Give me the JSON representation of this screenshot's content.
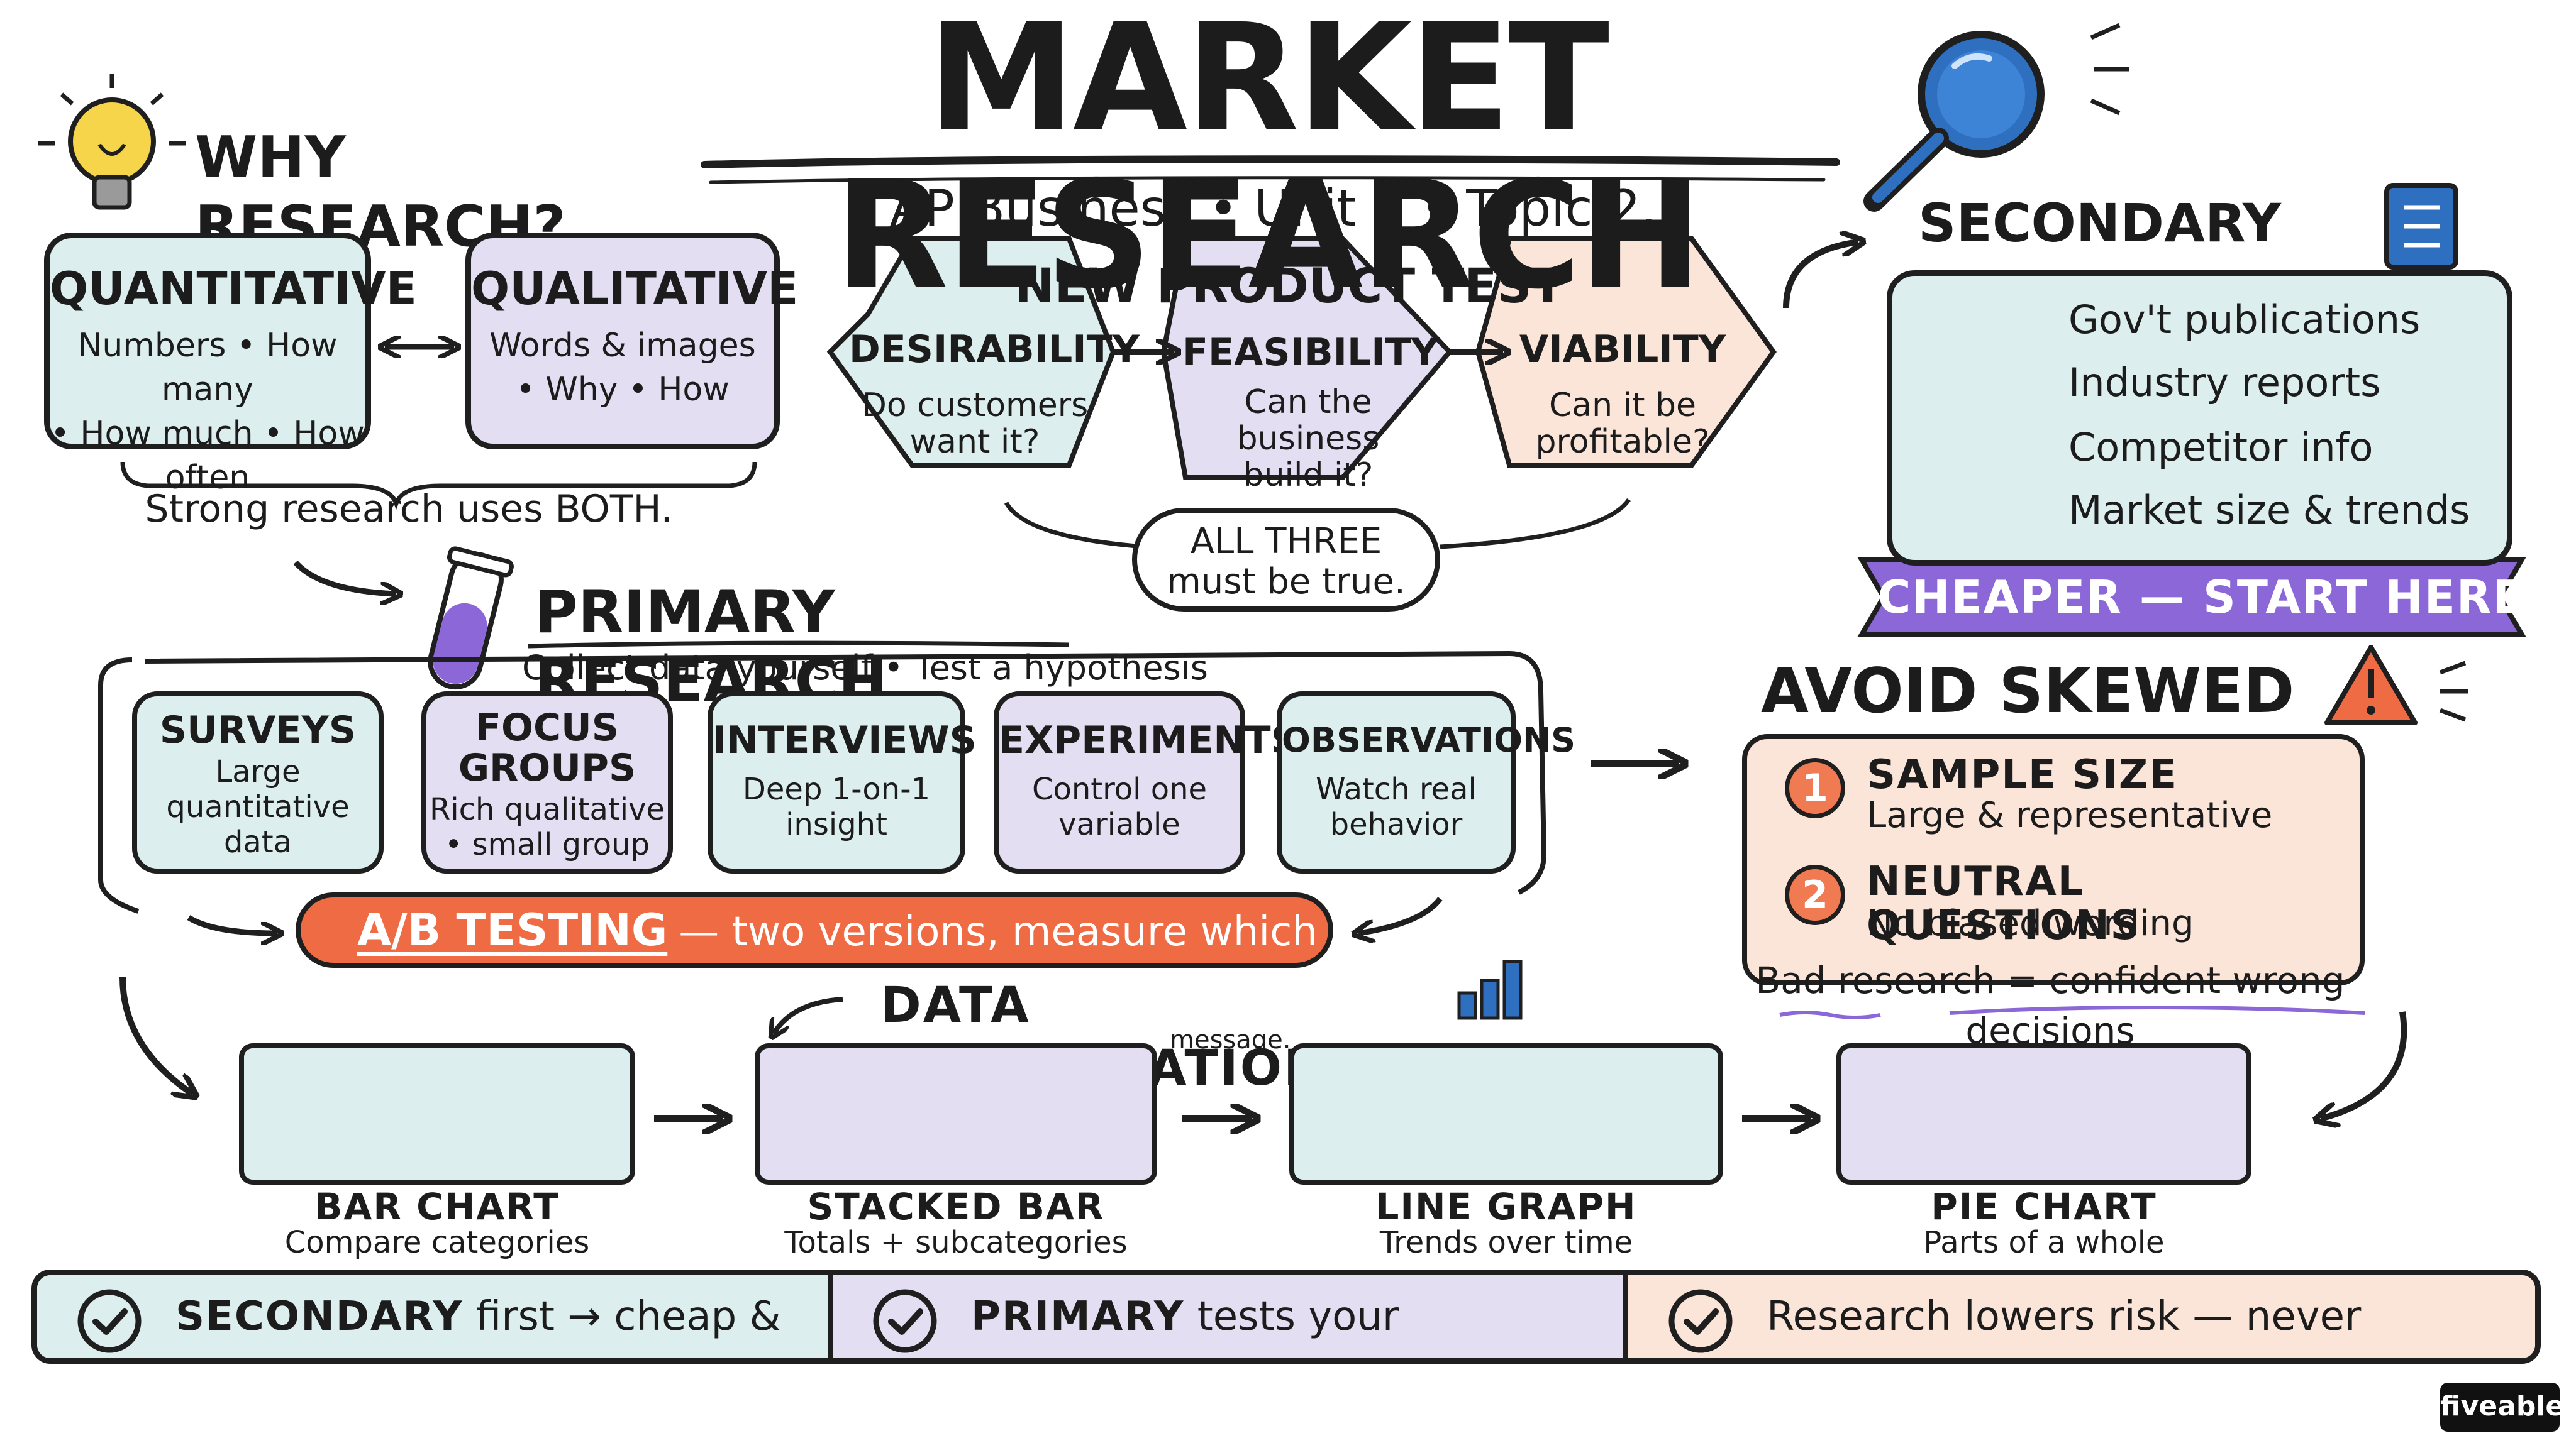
{
  "title": "MARKET RESEARCH",
  "subtitle": "AP Business • Unit 2 • Topic 2.3",
  "why_research": {
    "title": "WHY RESEARCH?",
    "quantitative": {
      "title": "QUANTITATIVE",
      "line1": "Numbers • How many",
      "line2": "• How much • How often"
    },
    "qualitative": {
      "title": "QUALITATIVE",
      "line1": "Words & images",
      "line2": "• Why • How"
    },
    "both": "Strong research uses BOTH."
  },
  "new_product_test": {
    "title": "NEW PRODUCT TEST",
    "desirability": {
      "title": "DESIRABILITY",
      "line1": "Do customers",
      "line2": "want it?"
    },
    "feasibility": {
      "title": "FEASIBILITY",
      "line1": "Can the",
      "line2": "business",
      "line3": "build it?"
    },
    "viability": {
      "title": "VIABILITY",
      "line1": "Can it be",
      "line2": "profitable?"
    },
    "all_three_line1": "ALL THREE",
    "all_three_line2": "must be true."
  },
  "secondary_research": {
    "title": "SECONDARY RESEARCH",
    "items": [
      {
        "label": "Gov't publications",
        "icon": "government-building-icon"
      },
      {
        "label": "Industry reports",
        "icon": "bar-chart-icon"
      },
      {
        "label": "Competitor info",
        "icon": "magnifier-icon"
      },
      {
        "label": "Market size & trends",
        "icon": "globe-icon"
      }
    ],
    "banner": "CHEAPER — START HERE"
  },
  "primary_research": {
    "title": "PRIMARY RESEARCH",
    "subtitle": "Collect data yourself • Test a hypothesis",
    "methods": [
      {
        "title1": "SURVEYS",
        "title2": "",
        "line1": "Large",
        "line2": "quantitative",
        "line3": "data"
      },
      {
        "title1": "FOCUS",
        "title2": "GROUPS",
        "line1": "Rich qualitative",
        "line2": "• small group",
        "line3": ""
      },
      {
        "title1": "INTERVIEWS",
        "title2": "",
        "line1": "Deep 1-on-1",
        "line2": "insight",
        "line3": ""
      },
      {
        "title1": "EXPERIMENTS",
        "title2": "",
        "line1": "Control one",
        "line2": "variable",
        "line3": ""
      },
      {
        "title1": "OBSERVATIONS",
        "title2": "",
        "line1": "Watch real",
        "line2": "behavior",
        "line3": ""
      }
    ],
    "ab_testing": {
      "label": "A/B TESTING",
      "text": "— two versions, measure which wins"
    }
  },
  "avoid_skewed": {
    "title": "AVOID SKEWED DATA",
    "items": [
      {
        "num": "1",
        "title": "SAMPLE SIZE",
        "text": "Large & representative"
      },
      {
        "num": "2",
        "title": "NEUTRAL QUESTIONS",
        "text": "No biased wording"
      }
    ],
    "bad_research": "Bad research = confident wrong decisions"
  },
  "data_visualizations": {
    "title": "DATA VISUALIZATIONS",
    "message_fragment": "message.",
    "charts": [
      {
        "title": "BAR CHART",
        "text": "Compare categories"
      },
      {
        "title": "STACKED BAR",
        "text": "Totals + subcategories"
      },
      {
        "title": "LINE GRAPH",
        "text": "Trends over time"
      },
      {
        "title": "PIE CHART",
        "text": "Parts of a whole"
      }
    ]
  },
  "bottom_bar": [
    {
      "bold": "SECONDARY",
      "text": "first → cheap & fast"
    },
    {
      "bold": "PRIMARY",
      "text": "tests your hypothesis"
    },
    {
      "bold": "",
      "text": "Research lowers risk — never removes it"
    }
  ],
  "brand": "fiveable",
  "colors": {
    "mint": "#dcefee",
    "lavender": "#e3def2",
    "peach": "#fbe4d8",
    "orange": "#ef6b44",
    "purple": "#8b67d8",
    "blue": "#2f6fbf"
  }
}
